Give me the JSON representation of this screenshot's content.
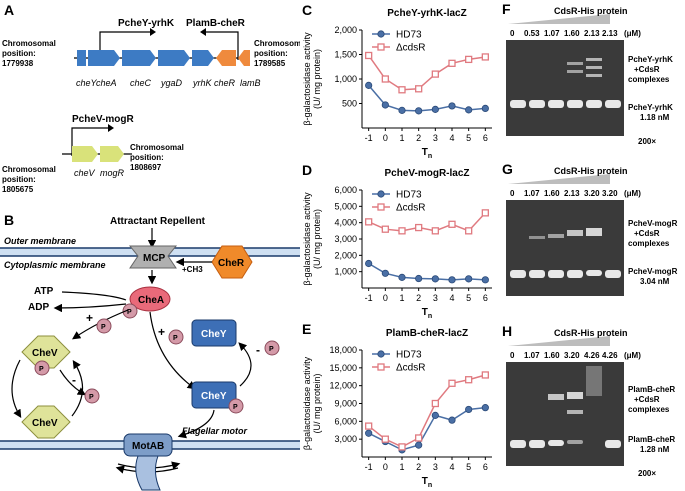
{
  "panels": {
    "A": {
      "label": "A",
      "operon1": {
        "promoter1": "PcheY-yrhK",
        "promoter2": "PlamB-cheR",
        "left_pos_label": "Chromosomal",
        "left_pos_label2": "position:",
        "left_pos_value": "1779938",
        "right_pos_label": "Chromosomal",
        "right_pos_label2": "position:",
        "right_pos_value": "1789585",
        "genes": [
          "cheY",
          "cheA",
          "cheC",
          "ygaD",
          "yrhK",
          "cheR",
          "lamB"
        ]
      },
      "operon2": {
        "promoter": "PcheV-mogR",
        "left_pos_label": "Chromosomal",
        "left_pos_label2": "position:",
        "left_pos_value": "1805675",
        "right_pos_label": "Chromosomal",
        "right_pos_label2": "position:",
        "right_pos_value": "1808697",
        "genes": [
          "cheV",
          "mogR"
        ]
      }
    },
    "B": {
      "label": "B",
      "attractant_repellent": "Attractant Repellent",
      "outer_membrane": "Outer membrane",
      "cytoplasmic_membrane": "Cytoplasmic membrane",
      "mcp": "MCP",
      "cher": "CheR",
      "ch3": "+CH3",
      "atp": "ATP",
      "adp": "ADP",
      "chea": "CheA",
      "p": "P",
      "chev": "CheV",
      "chey": "CheY",
      "plus": "+",
      "minus": "-",
      "flagellar_motor": "Flagellar motor",
      "motab": "MotAB"
    },
    "CDE": {
      "ylabel1": "β-galactosidase activity",
      "ylabel2": "(U/ mg protein)",
      "xlabel": "T",
      "xlabel_sub": "n"
    },
    "gels": {
      "title": "CdsR-His protein",
      "unit": "(μM)",
      "magnification": "200×",
      "F": {
        "label": "F",
        "concs": [
          "0",
          "0.53",
          "1.07",
          "1.60",
          "2.13",
          "2.13"
        ],
        "complex_label": [
          "PcheY-yrhK",
          "+CdsR",
          "complexes"
        ],
        "free_label": "PcheY-yrhK",
        "free_conc": "1.18 nM"
      },
      "G": {
        "label": "G",
        "concs": [
          "0",
          "1.07",
          "1.60",
          "2.13",
          "3.20",
          "3.20"
        ],
        "complex_label": [
          "PcheV-mogR",
          "+CdsR",
          "complexes"
        ],
        "free_label": "PcheV-mogR",
        "free_conc": "3.04 nM"
      },
      "H": {
        "label": "H",
        "concs": [
          "0",
          "1.07",
          "1.60",
          "3.20",
          "4.26",
          "4.26"
        ],
        "complex_label": [
          "PlamB-cheR",
          "+CdsR",
          "complexes"
        ],
        "free_label": "PlamB-cheR",
        "free_conc": "1.28 nM"
      }
    }
  },
  "chart_data": [
    {
      "panel": "C",
      "type": "line",
      "title": "PcheY-yrhK-lacZ",
      "xlabel": "Tn",
      "ylabel": "β-galactosidase activity (U/ mg protein)",
      "x": [
        -1,
        0,
        1,
        2,
        3,
        4,
        5,
        6
      ],
      "ylim": [
        0,
        2000
      ],
      "yticks": [
        500,
        1000,
        1500,
        2000
      ],
      "yticklabels": [
        "500",
        "1,000",
        "1,500",
        "2,000"
      ],
      "legend": "top-right",
      "series": [
        {
          "name": "HD73",
          "color": "#4a6fa5",
          "marker": "circle",
          "values": [
            870,
            470,
            360,
            350,
            380,
            450,
            370,
            400
          ]
        },
        {
          "name": "ΔcdsR",
          "color": "#e07a80",
          "marker": "square",
          "values": [
            1480,
            1000,
            780,
            800,
            1100,
            1320,
            1400,
            1450
          ]
        }
      ]
    },
    {
      "panel": "D",
      "type": "line",
      "title": "PcheV-mogR-lacZ",
      "xlabel": "Tn",
      "ylabel": "β-galactosidase activity (U/ mg protein)",
      "x": [
        -1,
        0,
        1,
        2,
        3,
        4,
        5,
        6
      ],
      "ylim": [
        0,
        6000
      ],
      "yticks": [
        1000,
        2000,
        3000,
        4000,
        5000,
        6000
      ],
      "yticklabels": [
        "1,000",
        "2,000",
        "3,000",
        "4,000",
        "5,000",
        "6,000"
      ],
      "legend": "top-right",
      "series": [
        {
          "name": "HD73",
          "color": "#4a6fa5",
          "marker": "circle",
          "values": [
            1500,
            900,
            650,
            580,
            560,
            500,
            560,
            500
          ]
        },
        {
          "name": "ΔcdsR",
          "color": "#e07a80",
          "marker": "square",
          "values": [
            4050,
            3600,
            3500,
            3700,
            3500,
            3900,
            3500,
            4600
          ]
        }
      ]
    },
    {
      "panel": "E",
      "type": "line",
      "title": "PlamB-cheR-lacZ",
      "xlabel": "Tn",
      "ylabel": "β-galactosidase activity (U/ mg protein)",
      "x": [
        -1,
        0,
        1,
        2,
        3,
        4,
        5,
        6
      ],
      "ylim": [
        0,
        18000
      ],
      "yticks": [
        3000,
        6000,
        9000,
        12000,
        15000,
        18000
      ],
      "yticklabels": [
        "3,000",
        "6,000",
        "9,000",
        "12,000",
        "15,000",
        "18,000"
      ],
      "legend": "top-right",
      "series": [
        {
          "name": "HD73",
          "color": "#4a6fa5",
          "marker": "circle",
          "values": [
            4000,
            2600,
            1200,
            2000,
            7000,
            6200,
            8000,
            8300
          ]
        },
        {
          "name": "ΔcdsR",
          "color": "#e07a80",
          "marker": "square",
          "values": [
            5200,
            3000,
            1700,
            3200,
            9000,
            12400,
            13000,
            13800
          ]
        }
      ]
    }
  ]
}
